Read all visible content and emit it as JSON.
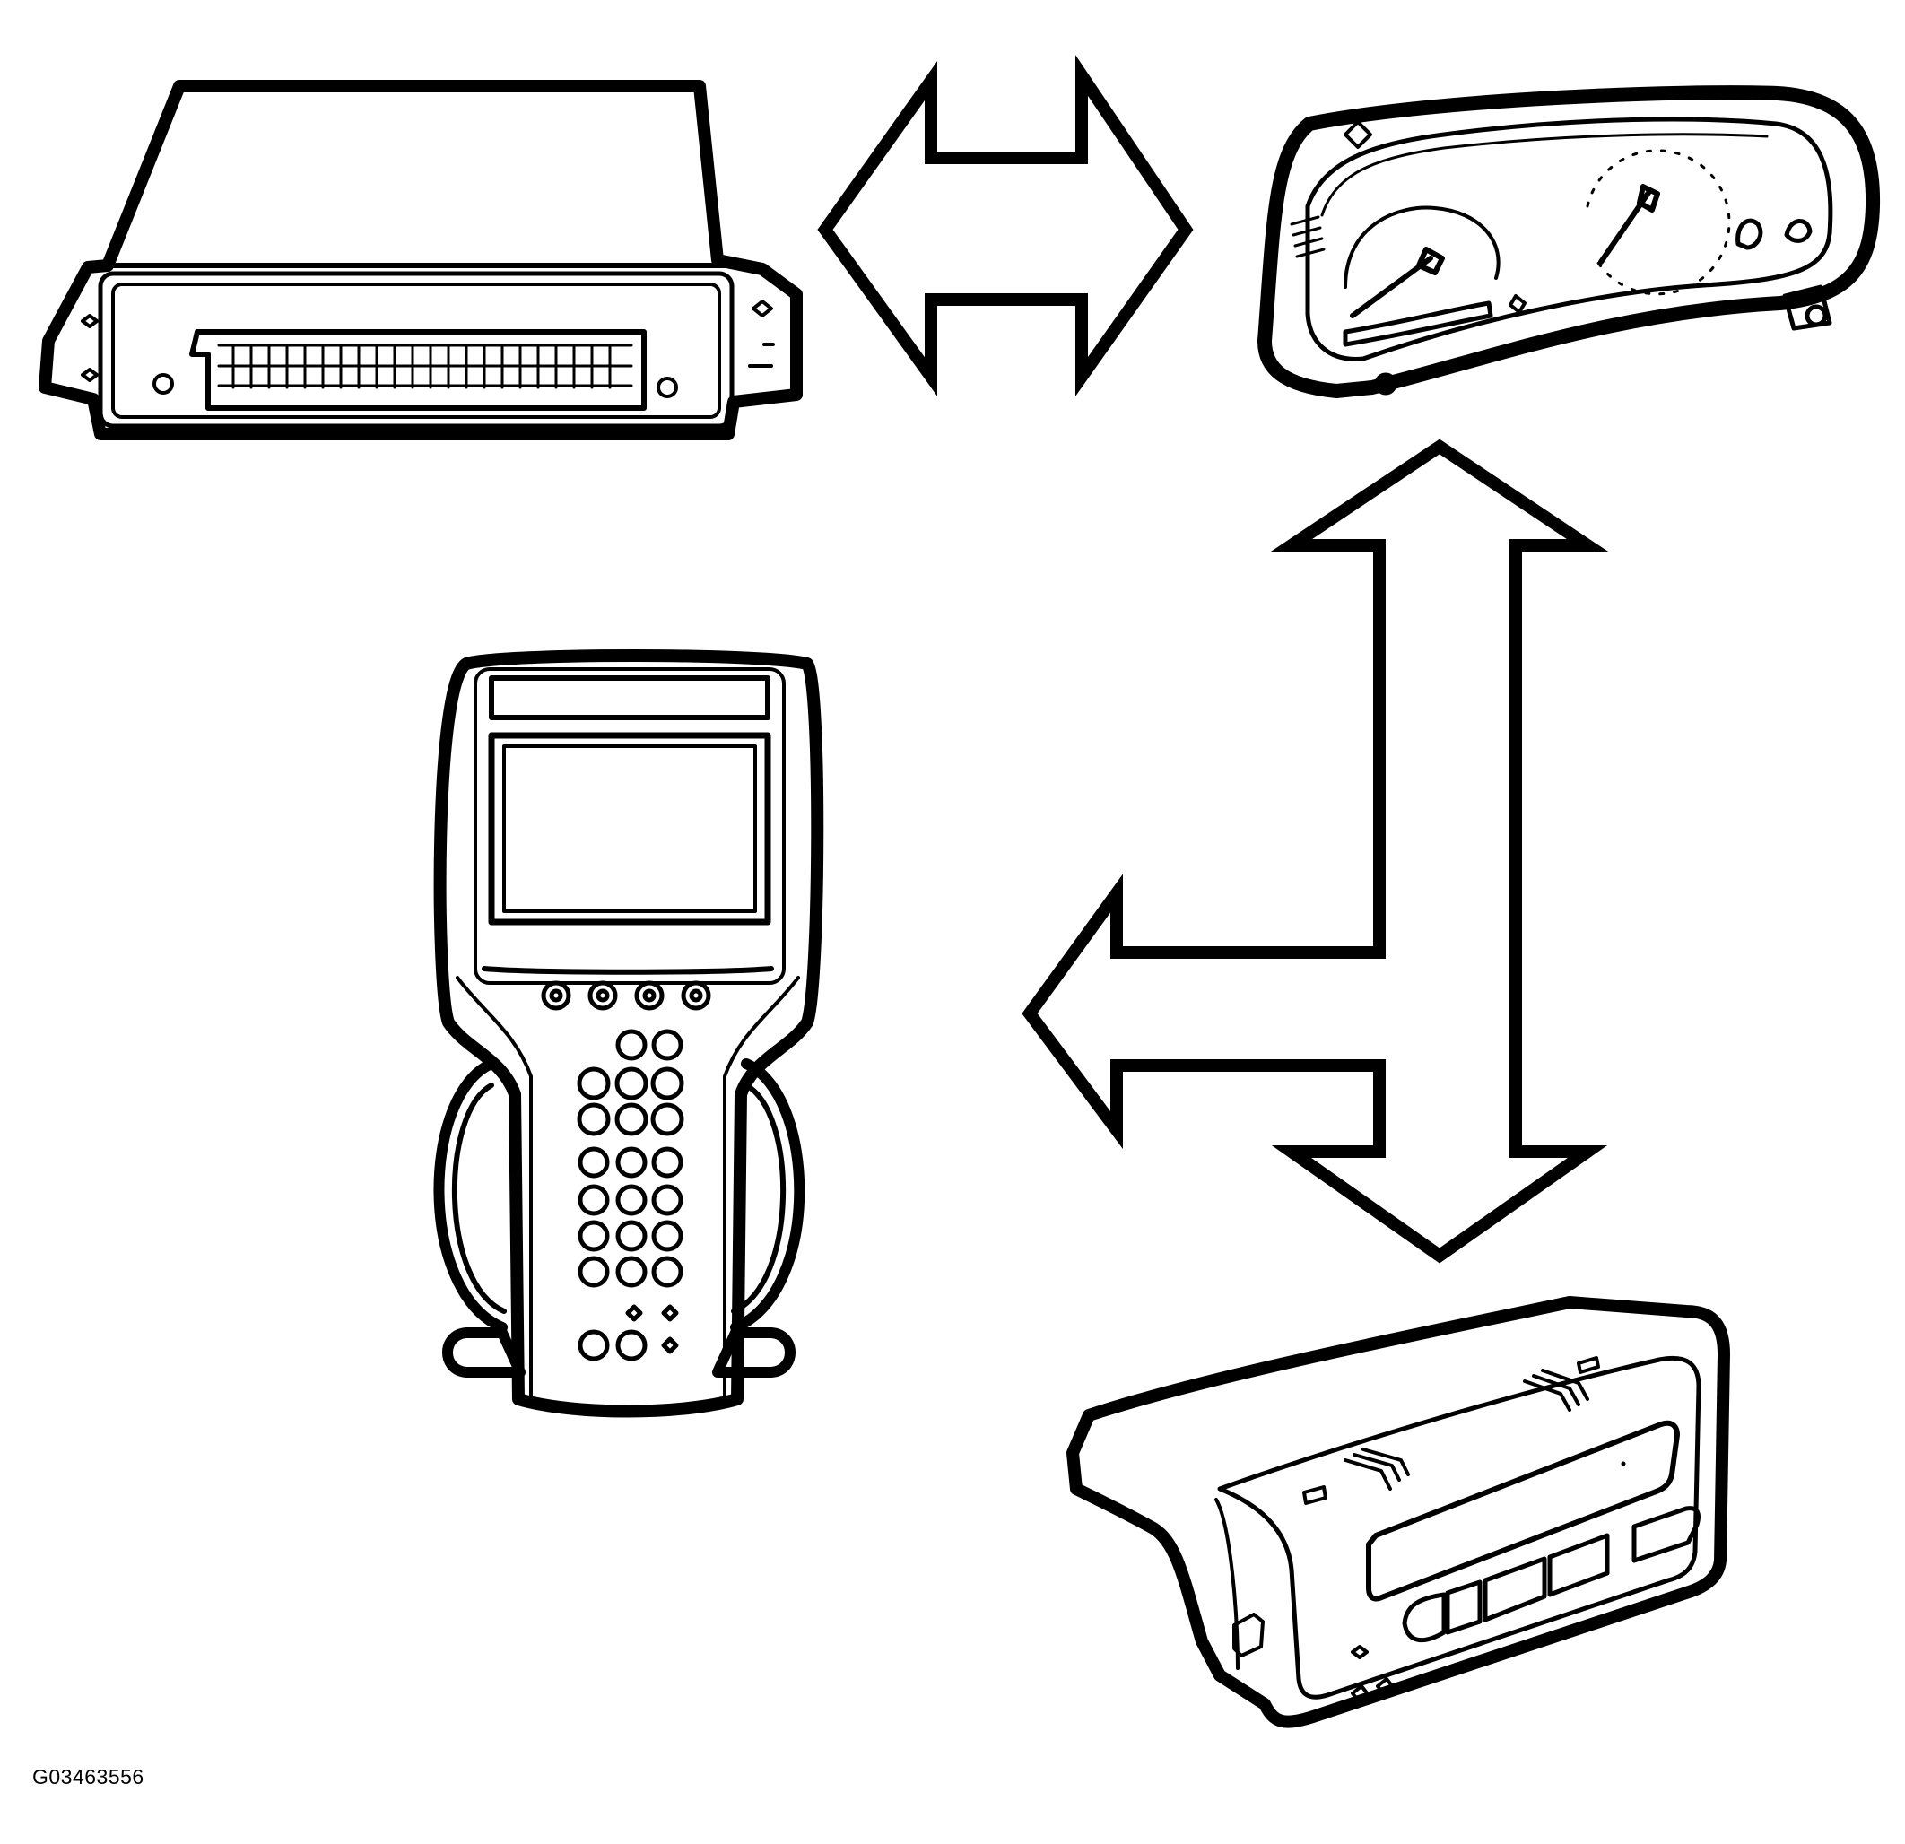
{
  "figure": {
    "id_label": "G03463556"
  },
  "components": [
    {
      "name": "control-module",
      "icon": "ecu-icon"
    },
    {
      "name": "instrument-cluster",
      "icon": "gauge-cluster-icon"
    },
    {
      "name": "scan-tool",
      "icon": "handheld-scanner-icon"
    },
    {
      "name": "radio",
      "icon": "radio-head-unit-icon"
    }
  ],
  "colors": {
    "stroke": "#000000",
    "background": "#ffffff"
  }
}
